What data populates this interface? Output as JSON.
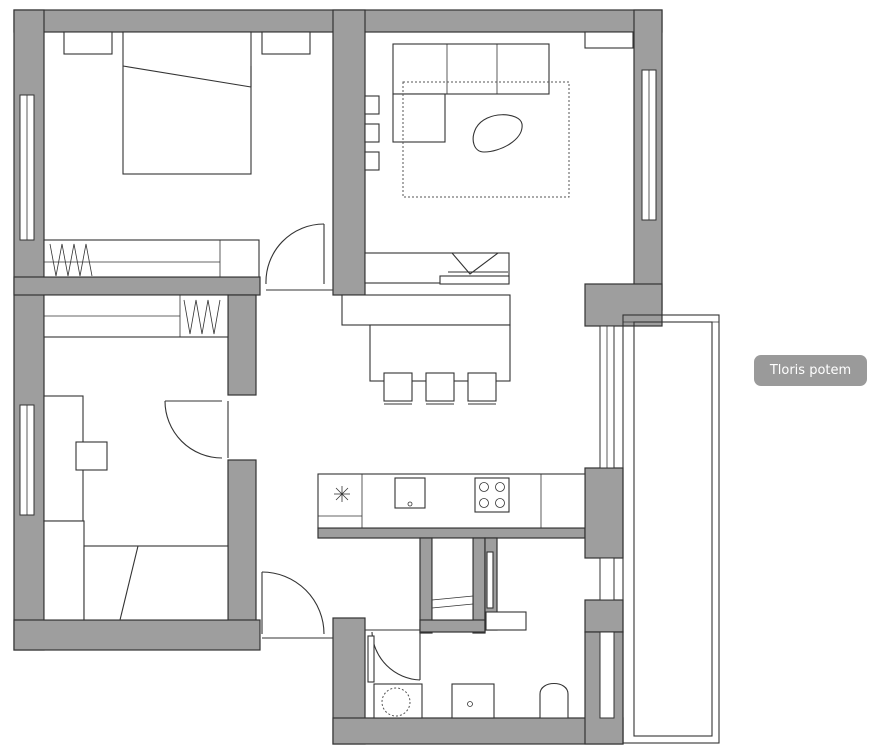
{
  "floorplan": {
    "action_button_label": "Tloris potem",
    "rooms": [
      "bedroom-1",
      "living-room",
      "bedroom-2",
      "hallway",
      "kitchen",
      "bathroom",
      "wc",
      "balcony"
    ]
  },
  "colors": {
    "wall": "#9e9e9e",
    "button": "#9a9a9a",
    "line": "#333333"
  }
}
